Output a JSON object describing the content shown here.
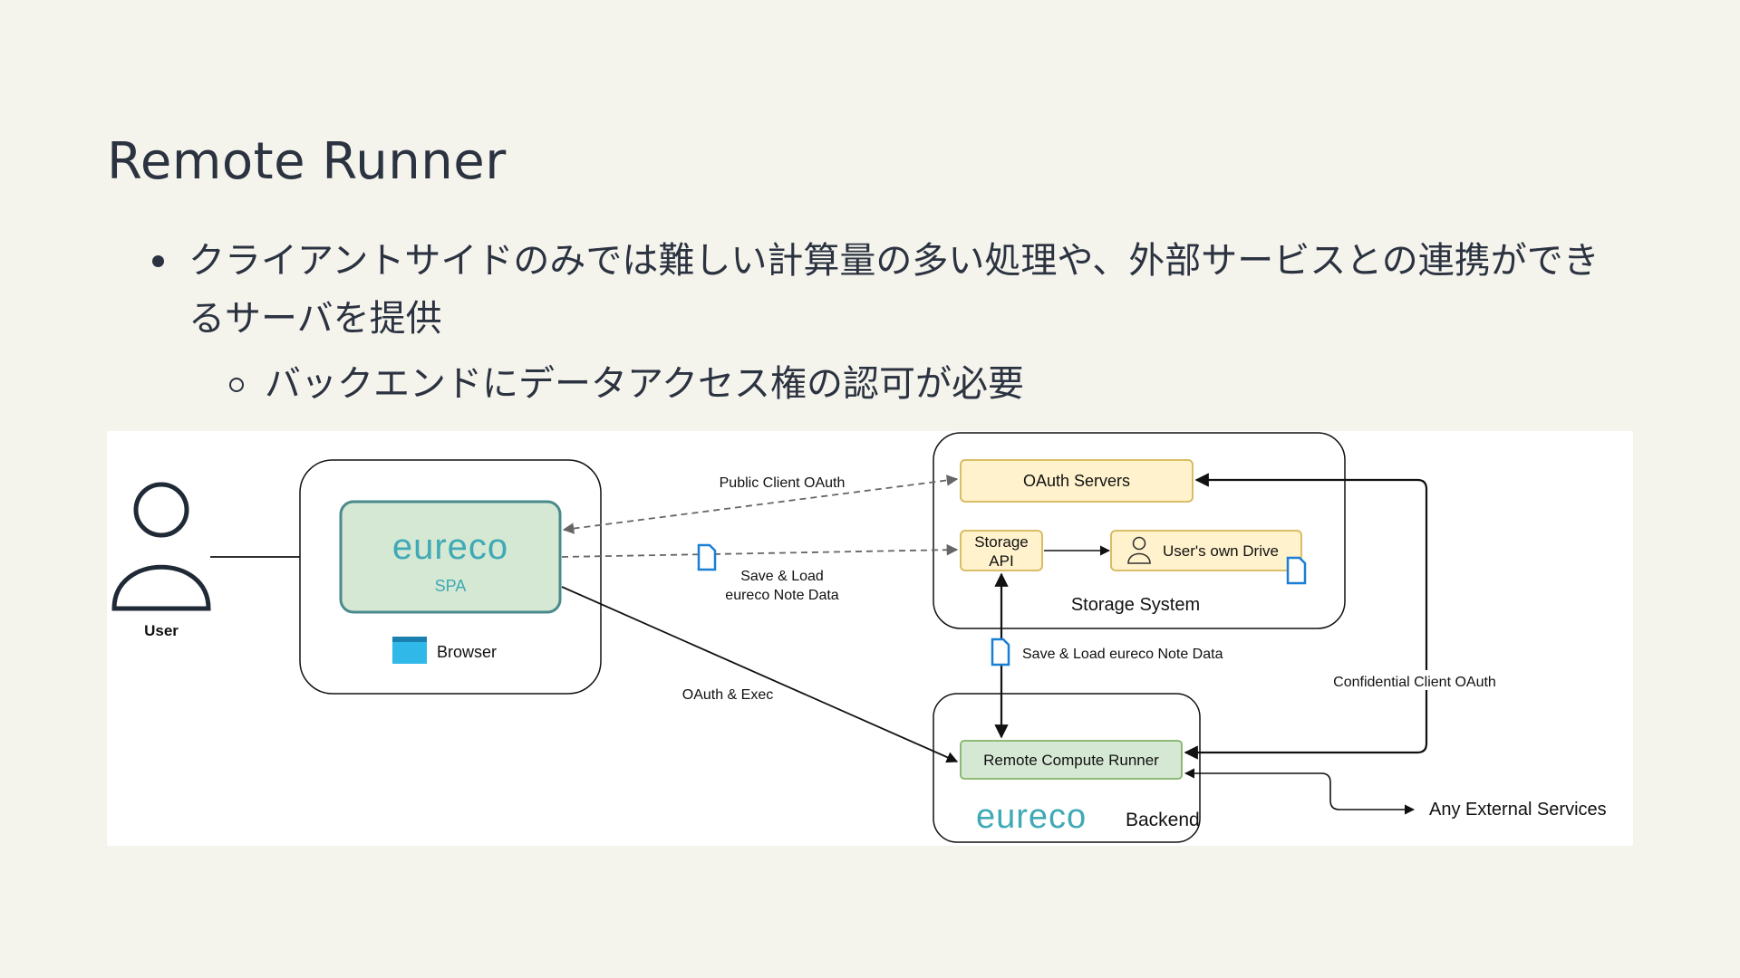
{
  "slide": {
    "title": "Remote Runner",
    "bullet1": "クライアントサイドのみでは難しい計算量の多い処理や、外部サービスとの連携ができるサーバを提供",
    "bullet2": "バックエンドにデータアクセス権の認可が必要"
  },
  "diagram": {
    "user_label": "User",
    "spa_logo": "eureco",
    "spa_label": "SPA",
    "browser_label": "Browser",
    "public_oauth_label": "Public Client OAuth",
    "save_load_line1": "Save & Load",
    "save_load_line2": "eureco Note Data",
    "oauth_exec_label": "OAuth & Exec",
    "oauth_servers_label": "OAuth Servers",
    "storage_api_line1": "Storage",
    "storage_api_line2": "API",
    "users_drive_label": "User's own Drive",
    "storage_system_label": "Storage System",
    "save_load_backend_label": "Save & Load eureco Note Data",
    "confidential_oauth_label": "Confidential Client OAuth",
    "remote_runner_label": "Remote Compute Runner",
    "backend_logo": "eureco",
    "backend_label": "Backend",
    "external_services_label": "Any External Services"
  },
  "colors": {
    "background": "#f4f3ec",
    "text": "#2b3240",
    "spa_fill": "#d5e8d4",
    "spa_stroke": "#4a8a8c",
    "eureco_teal": "#3fa9b5",
    "yellow_fill": "#fff2cc",
    "yellow_stroke": "#d6b656",
    "green_fill": "#d5e8d4",
    "green_stroke": "#82b366",
    "doc_blue": "#1a7fd4",
    "browser_icon": "#2fb8e8"
  }
}
